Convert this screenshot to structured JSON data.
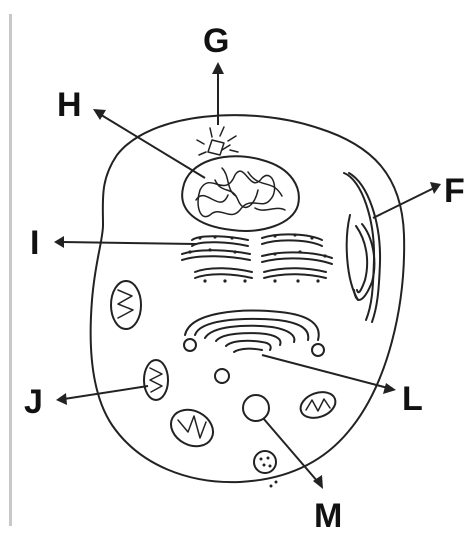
{
  "labels": {
    "G": "G",
    "H": "H",
    "F": "F",
    "I": "I",
    "J": "J",
    "L": "L",
    "M": "M"
  }
}
